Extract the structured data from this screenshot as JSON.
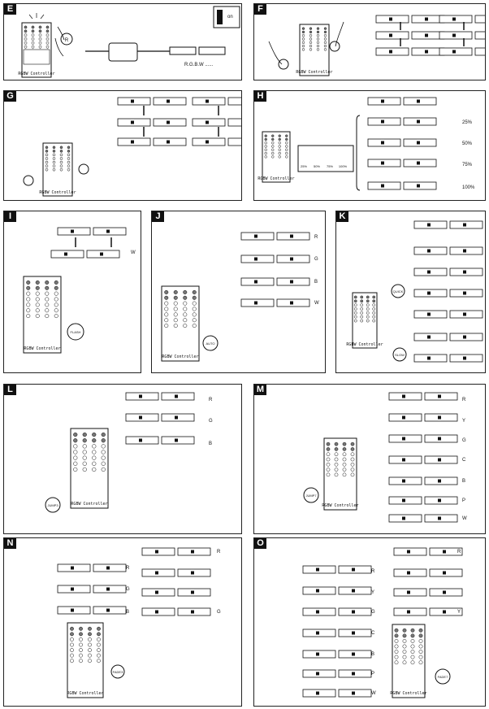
{
  "panels": [
    {
      "id": "E",
      "letter": "E",
      "controller_label": "RGBW Controller",
      "button_label": "R",
      "text": "R.G.B.W ......",
      "switch_label": "on"
    },
    {
      "id": "F",
      "letter": "F",
      "controller_label": "RGBW Controller"
    },
    {
      "id": "G",
      "letter": "G",
      "controller_label": "RGBW Controller"
    },
    {
      "id": "H",
      "letter": "H",
      "controller_label": "RGBW Controller",
      "buttons": [
        "25%",
        "50%",
        "75%",
        "100%"
      ],
      "levels": [
        "25%",
        "50%",
        "75%",
        "100%"
      ]
    },
    {
      "id": "I",
      "letter": "I",
      "controller_label": "RGBW Controller",
      "button_label": "FLASH",
      "colors": [
        "W"
      ]
    },
    {
      "id": "J",
      "letter": "J",
      "controller_label": "RGBW Controller",
      "button_label": "AUTO",
      "colors": [
        "R",
        "G",
        "B",
        "W"
      ]
    },
    {
      "id": "K",
      "letter": "K",
      "controller_label": "RGBW Controller",
      "button_labels": [
        "QUICK",
        "SLOW"
      ]
    },
    {
      "id": "L",
      "letter": "L",
      "controller_label": "RGBW Controller",
      "button_label": "JUMP3",
      "colors": [
        "R",
        "G",
        "B"
      ]
    },
    {
      "id": "M",
      "letter": "M",
      "controller_label": "RGBW Controller",
      "button_label": "JUMP7",
      "colors": [
        "R",
        "Y",
        "G",
        "C",
        "B",
        "P",
        "W"
      ]
    },
    {
      "id": "N",
      "letter": "N",
      "controller_label": "RGBW Controller",
      "button_label": "FADE3",
      "colors": [
        "R",
        "G",
        "B"
      ],
      "colors_right": [
        "R",
        "G"
      ]
    },
    {
      "id": "O",
      "letter": "O",
      "controller_label": "RGBW Controller",
      "button_label": "FADE7",
      "colors": [
        "R",
        "Y",
        "G",
        "C",
        "B",
        "P",
        "W"
      ],
      "colors_right": [
        "R",
        "Y"
      ]
    }
  ]
}
